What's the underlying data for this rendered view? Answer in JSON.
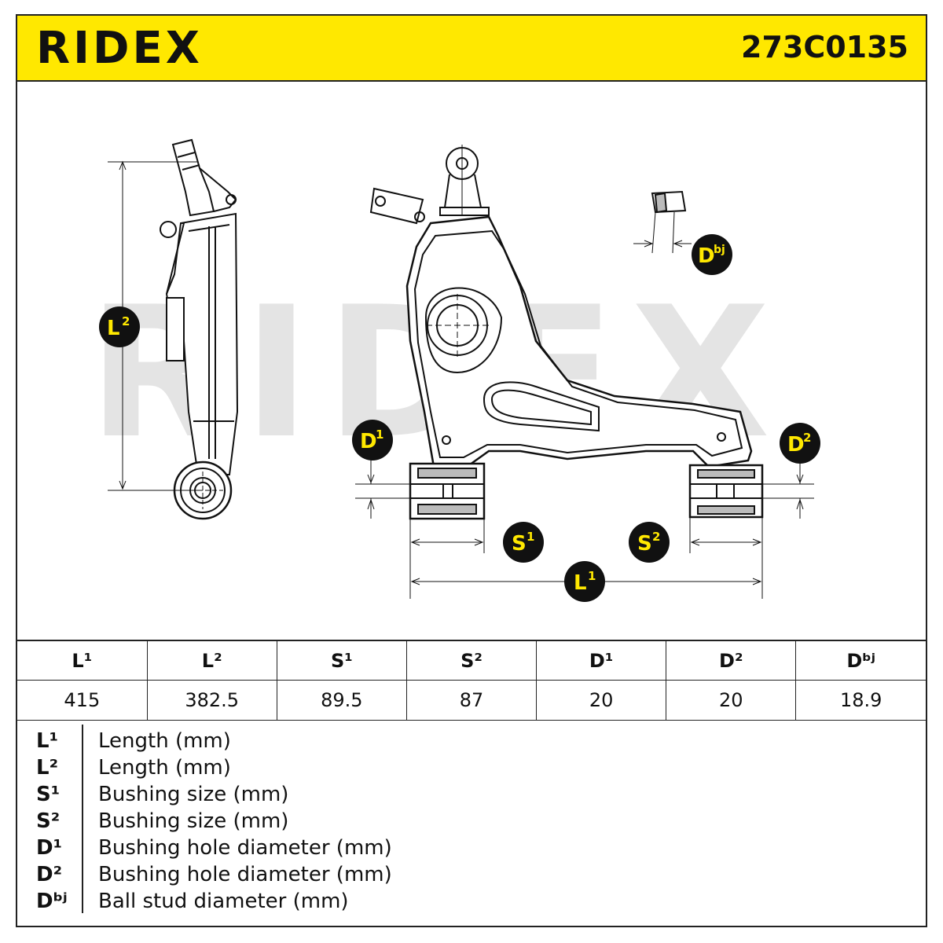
{
  "header": {
    "brand": "RIDEX",
    "part_number": "273C0135"
  },
  "watermark": "RIDEX",
  "badges": {
    "l2": {
      "base": "L",
      "sup": "2"
    },
    "l1": {
      "base": "L",
      "sup": "1"
    },
    "s1": {
      "base": "S",
      "sup": "1"
    },
    "s2": {
      "base": "S",
      "sup": "2"
    },
    "d1": {
      "base": "D",
      "sup": "1"
    },
    "d2": {
      "base": "D",
      "sup": "2"
    },
    "dbj": {
      "base": "D",
      "sup": "bj"
    }
  },
  "spec_table": {
    "headers": [
      "L¹",
      "L²",
      "S¹",
      "S²",
      "D¹",
      "D²",
      "Dᵇʲ"
    ],
    "values": [
      "415",
      "382.5",
      "89.5",
      "87",
      "20",
      "20",
      "18.9"
    ]
  },
  "legend": [
    {
      "key": "L¹",
      "desc": "Length (mm)"
    },
    {
      "key": "L²",
      "desc": "Length (mm)"
    },
    {
      "key": "S¹",
      "desc": "Bushing size (mm)"
    },
    {
      "key": "S²",
      "desc": "Bushing size (mm)"
    },
    {
      "key": "D¹",
      "desc": "Bushing hole diameter (mm)"
    },
    {
      "key": "D²",
      "desc": "Bushing hole diameter (mm)"
    },
    {
      "key": "Dᵇʲ",
      "desc": "Ball stud diameter (mm)"
    }
  ],
  "colors": {
    "accent_yellow": "#ffe800",
    "ink": "#111111",
    "watermark_gray": "#e4e4e4"
  }
}
